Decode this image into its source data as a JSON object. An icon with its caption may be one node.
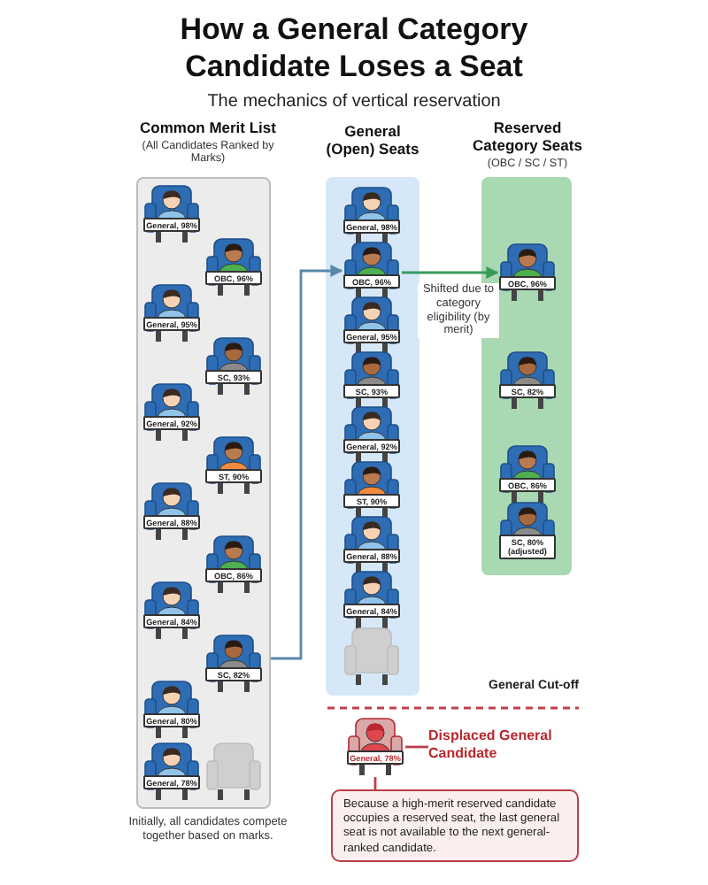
{
  "diagram": {
    "title": "How a General Category Candidate Loses a Seat",
    "nodes": [
      {
        "text": [
          "Common Merit List",
          "(All Candidates Ranked by Marks)"
        ],
        "beside": [
          "Initially, all candidates compete together based on marks."
        ]
      },
      {
        "text": [
          "General, 98%"
        ],
        "in": 0
      },
      {
        "text": [
          "OBC, 96%"
        ],
        "in": 0
      },
      {
        "text": [
          "General, 95%"
        ],
        "in": 0
      },
      {
        "text": [
          "SC, 93%"
        ],
        "in": 0
      },
      {
        "text": [
          "General, 92%"
        ],
        "in": 0
      },
      {
        "text": [
          "ST, 90%"
        ],
        "in": 0
      },
      {
        "text": [
          "General, 88%"
        ],
        "in": 0
      },
      {
        "text": [
          "OBC, 86%"
        ],
        "in": 0
      },
      {
        "text": [
          "General, 84%"
        ],
        "in": 0
      },
      {
        "text": [
          "SC, 82%"
        ],
        "in": 0
      },
      {
        "text": [
          "General, 80%"
        ],
        "in": 0
      },
      {
        "text": [
          "General, 78%"
        ],
        "in": 0
      },
      {
        "text": [],
        "shape": "chair",
        "in": 0
      },
      {
        "text": [
          "General (Open) Seats"
        ]
      },
      {
        "text": [
          "General, 98%"
        ],
        "in": 14
      },
      {
        "text": [
          "OBC, 96%"
        ],
        "in": 14
      },
      {
        "text": [
          "General, 95%"
        ],
        "in": 14
      },
      {
        "text": [
          "SC, 93%"
        ],
        "in": 14
      },
      {
        "text": [
          "General, 92%"
        ],
        "in": 14
      },
      {
        "text": [
          "ST, 90%"
        ],
        "in": 14
      },
      {
        "text": [
          "General, 88%"
        ],
        "in": 14
      },
      {
        "text": [
          "General, 84%"
        ],
        "in": 14
      },
      {
        "text": [],
        "shape": "chair",
        "in": 14
      },
      {
        "text": [
          "Reserved Category Seats",
          "(OBC / SC / ST)"
        ]
      },
      {
        "text": [
          "OBC, 96%"
        ],
        "in": 24
      },
      {
        "text": [
          "SC, 82%"
        ],
        "in": 24
      },
      {
        "text": [
          "OBC, 86%"
        ],
        "in": 24
      },
      {
        "text": [
          "SC, 80% (adjusted)"
        ],
        "in": 24
      },
      {
        "text": [
          "General, 78%"
        ]
      },
      {
        "text": [
          "Displaced General Candidate"
        ]
      },
      {
        "text": [
          "Because a high-merit reserved candidate occupies a reserved seat, the last general seat is not available to the next general-ranked candidate."
        ]
      }
    ],
    "edges": [
      {
        "from": 0,
        "to": 16,
        "arrow": "to",
        "color": "#5a88a8"
      },
      {
        "from": 16,
        "to": 25,
        "arrow": "to",
        "label": "Shifted due to category eligibility (by merit)",
        "color": "#3a9a5c"
      },
      {
        "from": 29,
        "to": 30,
        "arrow": "none",
        "color": "#b8404a"
      },
      {
        "from": 29,
        "to": 31,
        "arrow": "none",
        "color": "#b8404a"
      }
    ],
    "labels": [
      "The mechanics of vertical reservation",
      "General Cut-off"
    ]
  }
}
